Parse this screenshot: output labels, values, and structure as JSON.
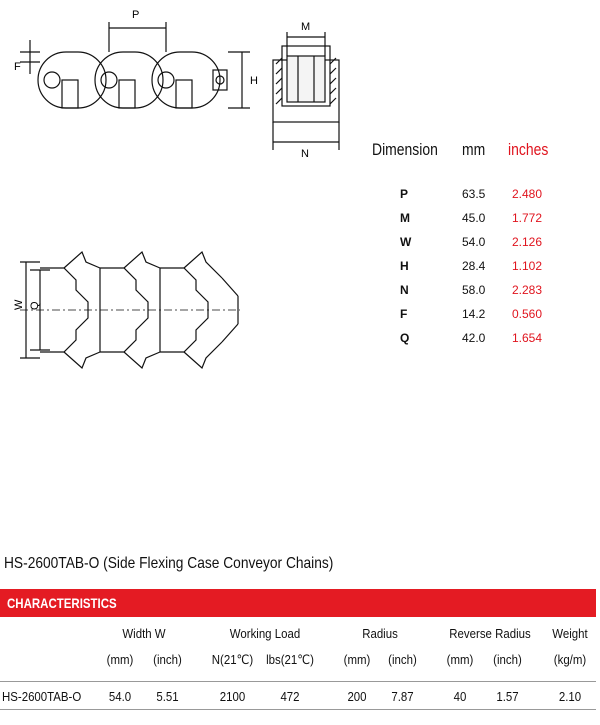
{
  "drawing_labels": {
    "p": "P",
    "f": "F",
    "h": "H",
    "m": "M",
    "n": "N",
    "w": "W",
    "q": "Q"
  },
  "dimensions": {
    "headers": {
      "dimension": "Dimension",
      "mm": "mm",
      "inches": "inches"
    },
    "rows": [
      {
        "symbol": "P",
        "mm": "63.5",
        "inches": "2.480"
      },
      {
        "symbol": "M",
        "mm": "45.0",
        "inches": "1.772"
      },
      {
        "symbol": "W",
        "mm": "54.0",
        "inches": "2.126"
      },
      {
        "symbol": "H",
        "mm": "28.4",
        "inches": "1.102"
      },
      {
        "symbol": "N",
        "mm": "58.0",
        "inches": "2.283"
      },
      {
        "symbol": "F",
        "mm": "14.2",
        "inches": "0.560"
      },
      {
        "symbol": "Q",
        "mm": "42.0",
        "inches": "1.654"
      }
    ]
  },
  "title": "HS-2600TAB-O (Side Flexing Case Conveyor Chains)",
  "characteristics": {
    "bar_label": "CHARACTERISTICS",
    "group_headers": {
      "width": "Width  W",
      "working_load": "Working Load",
      "radius": "Radius",
      "reverse_radius": "Reverse Radius",
      "weight": "Weight"
    },
    "unit_headers": {
      "width_mm": "(mm)",
      "width_inch": "(inch)",
      "load_n": "N(21℃)",
      "load_lbs": "lbs(21℃)",
      "radius_mm": "(mm)",
      "radius_inch": "(inch)",
      "rev_mm": "(mm)",
      "rev_inch": "(inch)",
      "weight_kgm": "(kg/m)"
    },
    "row": {
      "model": "HS-2600TAB-O",
      "width_mm": "54.0",
      "width_inch": "5.51",
      "load_n": "2100",
      "load_lbs": "472",
      "radius_mm": "200",
      "radius_inch": "7.87",
      "rev_mm": "40",
      "rev_inch": "1.57",
      "weight": "2.10"
    }
  },
  "colors": {
    "accent": "#e41b23",
    "inch_text": "#e0141e"
  }
}
